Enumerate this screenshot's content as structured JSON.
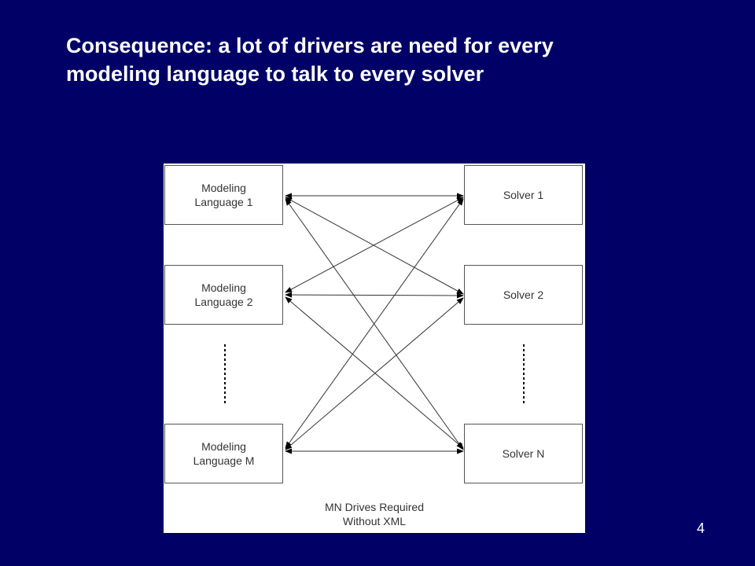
{
  "slide": {
    "title": "Consequence:  a lot of drivers are need for every\nmodeling language to talk to every solver",
    "page_number": "4",
    "background_color": "#000066"
  },
  "diagram": {
    "modeling_languages": [
      "Modeling\nLanguage 1",
      "Modeling\nLanguage 2",
      "Modeling\nLanguage M"
    ],
    "solvers": [
      "Solver 1",
      "Solver 2",
      "Solver N"
    ],
    "caption": "MN Drives Required\nWithout XML"
  }
}
